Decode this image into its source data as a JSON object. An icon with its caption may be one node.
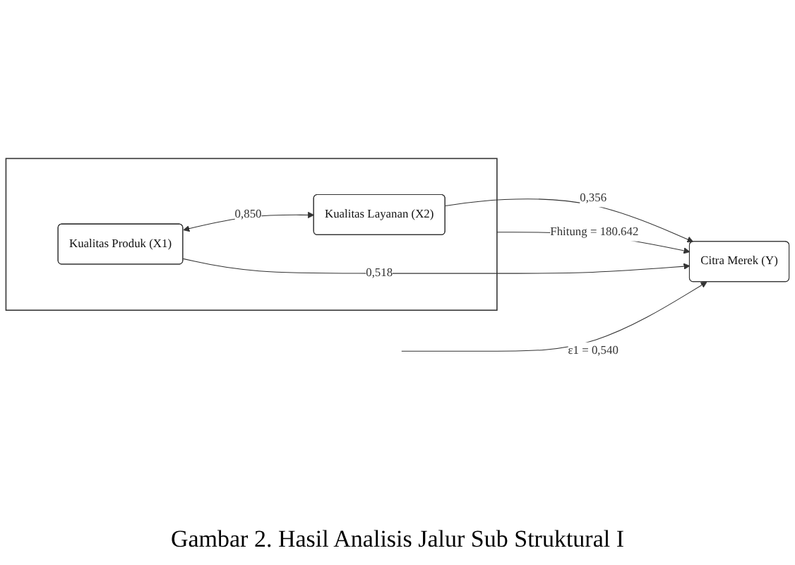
{
  "diagram": {
    "caption": "Gambar 2. Hasil Analisis Jalur Sub Struktural I",
    "nodes": [
      {
        "text": [],
        "shape": "box"
      },
      {
        "text": [
          "Kualitas Produk (X1)"
        ],
        "in": 0
      },
      {
        "text": [
          "Kualitas Layanan (X2)"
        ],
        "in": 0
      },
      {
        "text": [
          "Citra Merek (Y)"
        ]
      }
    ],
    "edges": [
      {
        "from": 1,
        "to": 2,
        "arrow": "both",
        "label": "0,850"
      },
      {
        "from": 1,
        "to": 3,
        "arrow": "to",
        "label": "0,518"
      },
      {
        "from": 2,
        "to": 3,
        "arrow": "to",
        "label": "0,356"
      },
      {
        "from": null,
        "to": 3,
        "arrow": "to",
        "label": "ε1 = 0,540"
      },
      {
        "from": 0,
        "to": 3,
        "arrow": "to",
        "label": "Fhitung = 180.642"
      }
    ]
  }
}
